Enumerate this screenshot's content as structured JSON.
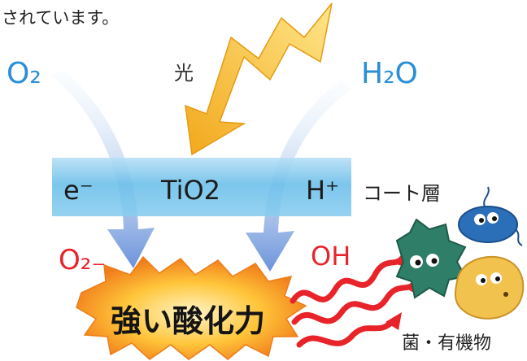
{
  "caption": "されています。",
  "o2_label": "O₂",
  "h2o_label": "H₂O",
  "light_label": "光",
  "band": {
    "electron": "e⁻",
    "material": "TiO2",
    "proton": "H⁺"
  },
  "coat_layer_label": "コート層",
  "superoxide_label": "O₂₋",
  "hydroxyl_label": "OH",
  "oxidation_label": "強い酸化力",
  "target_label": "菌・有機物",
  "colors": {
    "reactant_blue": "#2a8fd6",
    "radical_red": "#e8242a",
    "light_yellow": "#f7c531",
    "band_blue": "#7cc6ec",
    "burst_orange": "#f59a1c"
  }
}
